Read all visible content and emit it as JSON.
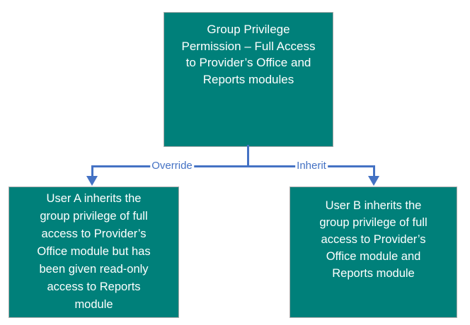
{
  "diagram": {
    "root_node": {
      "text": "Group Privilege\nPermission – Full Access\nto Provider’s Office and\nReports modules"
    },
    "branches": [
      {
        "label": "Override"
      },
      {
        "label": "Inherit"
      }
    ],
    "child_nodes": [
      {
        "text": "User A inherits the\ngroup privilege of full\naccess to Provider’s\nOffice module but has\nbeen given read-only\naccess to Reports\nmodule"
      },
      {
        "text": "User B inherits the\ngroup privilege of full\naccess to Provider’s\nOffice module and\nReports module"
      }
    ],
    "colors": {
      "node_fill": "#00807A",
      "node_border": "#ABABAB",
      "node_text": "#FFFFFF",
      "connector": "#4472C4",
      "edge_label_text": "#4472C4"
    }
  }
}
